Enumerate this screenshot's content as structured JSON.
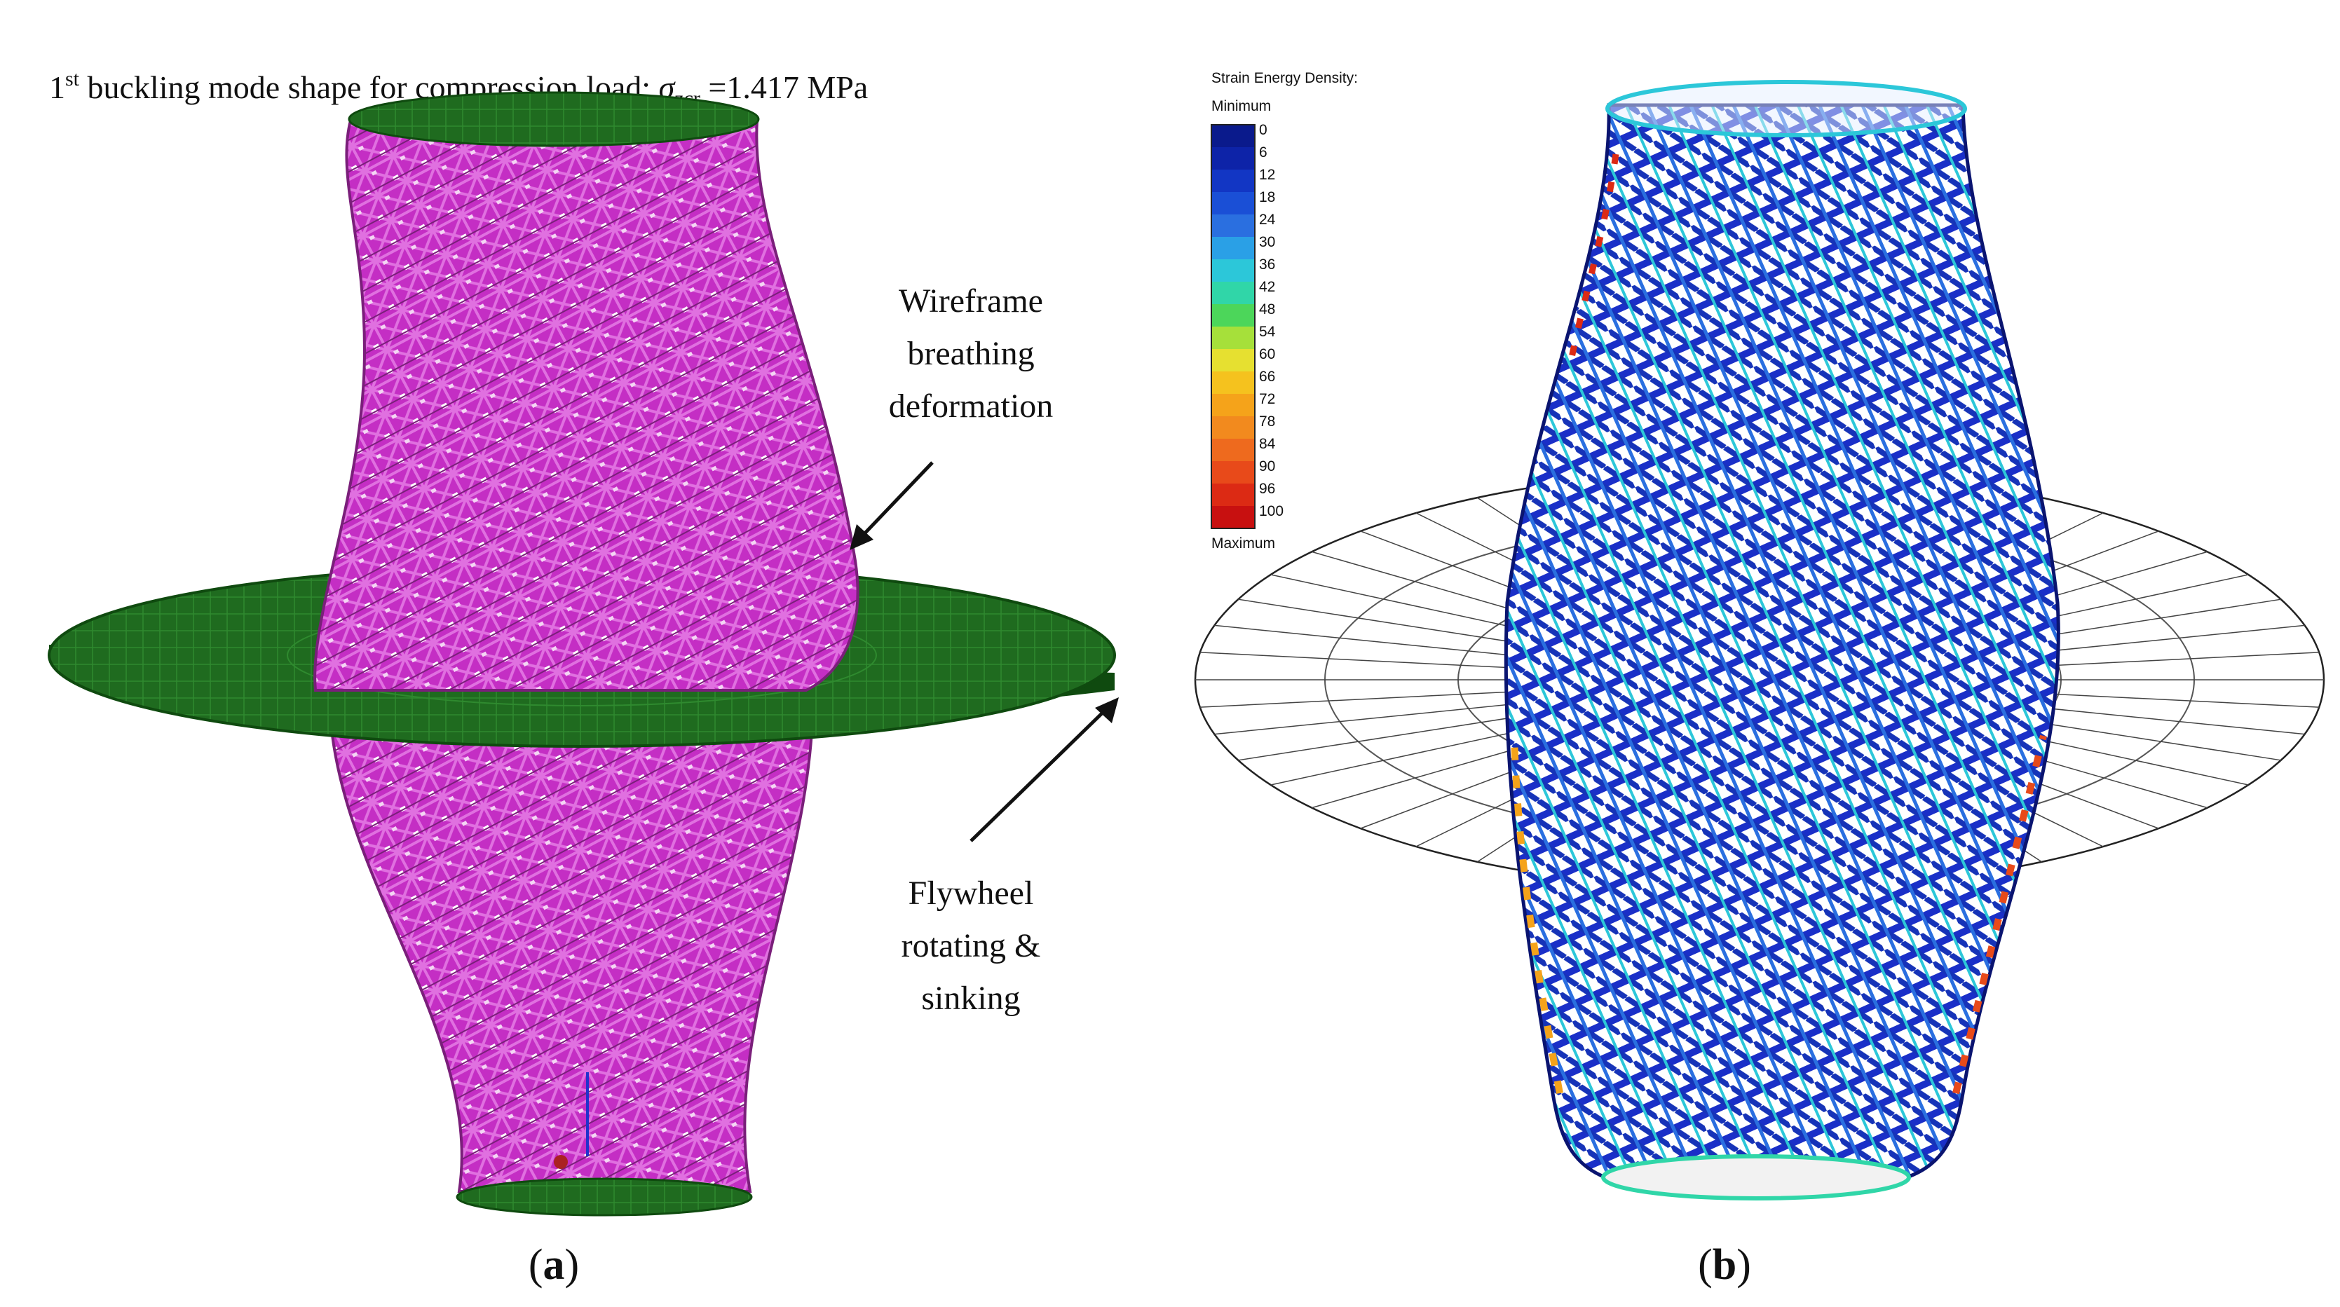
{
  "panel_a": {
    "title_main": "1",
    "title_sup": "st",
    "title_text": " buckling mode shape for compression load: ",
    "title_sigma": "σ",
    "title_sub": "zcr",
    "title_value": " =1.417 MPa",
    "annotation_1": [
      "Wireframe",
      "breathing",
      "deformation"
    ],
    "annotation_2": [
      "Flywheel",
      "rotating &",
      "sinking"
    ],
    "caption_open": "(",
    "caption_letter": "a",
    "caption_close": ")",
    "colors": {
      "structure": "#cc33cc",
      "structure_dark": "#7a1f7a",
      "disk": "#1f6b1f",
      "disk_edge": "#0f4a0f"
    }
  },
  "panel_b": {
    "legend_title": "Strain Energy Density:",
    "legend_min": "Minimum",
    "legend_max": "Maximum",
    "legend_ticks": [
      "0",
      "6",
      "12",
      "18",
      "24",
      "30",
      "36",
      "42",
      "48",
      "54",
      "60",
      "66",
      "72",
      "78",
      "84",
      "90",
      "96",
      "100"
    ],
    "legend_colors": [
      "#0a1a8c",
      "#0d23a8",
      "#1236c4",
      "#1a4fd6",
      "#2a6fe0",
      "#2aa0e6",
      "#2cc7d9",
      "#30d6a8",
      "#4cd65a",
      "#a6e03a",
      "#e6e030",
      "#f5c21e",
      "#f5a31a",
      "#f28a1e",
      "#ee6a1e",
      "#e84a1a",
      "#dc2a14",
      "#c81010"
    ],
    "caption_open": "(",
    "caption_letter": "b",
    "caption_close": ")",
    "colors": {
      "structure": "#1a2fc8",
      "structure_dark": "#0a1470",
      "disk_line": "#222222"
    }
  }
}
